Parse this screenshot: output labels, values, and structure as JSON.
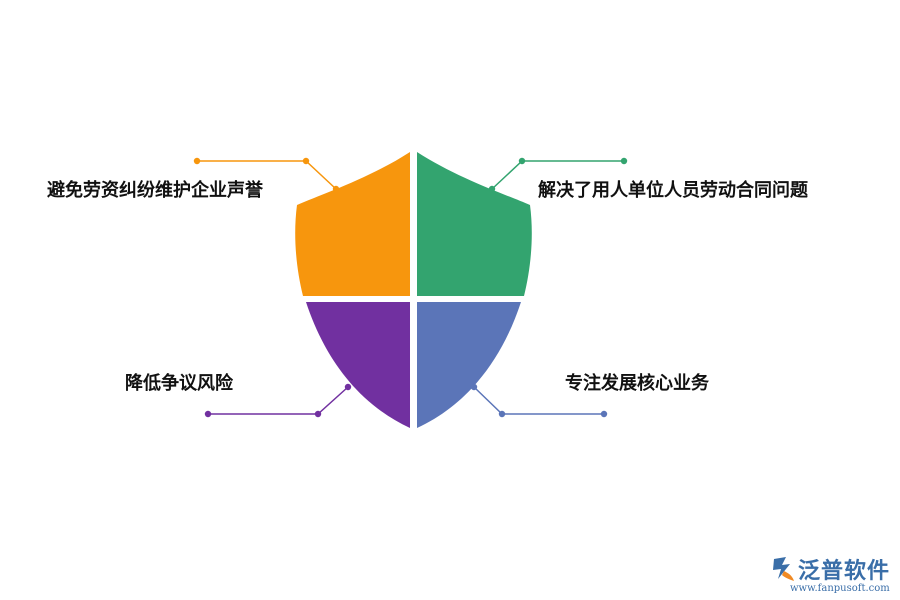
{
  "quadrants": [
    {
      "id": "top-left",
      "text": "避免劳资纠纷维护企业声誉",
      "color": "#f7960d"
    },
    {
      "id": "top-right",
      "text": "解决了用人单位人员劳动合同问题",
      "color": "#33a46f"
    },
    {
      "id": "bottom-left",
      "text": "降低争议风险",
      "color": "#7130a0"
    },
    {
      "id": "bottom-right",
      "text": "专注发展核心业务",
      "color": "#5b75b8"
    }
  ],
  "logo": {
    "name": "泛普软件",
    "url": "www.fanpusoft.com",
    "color": "#3a6ea8"
  }
}
